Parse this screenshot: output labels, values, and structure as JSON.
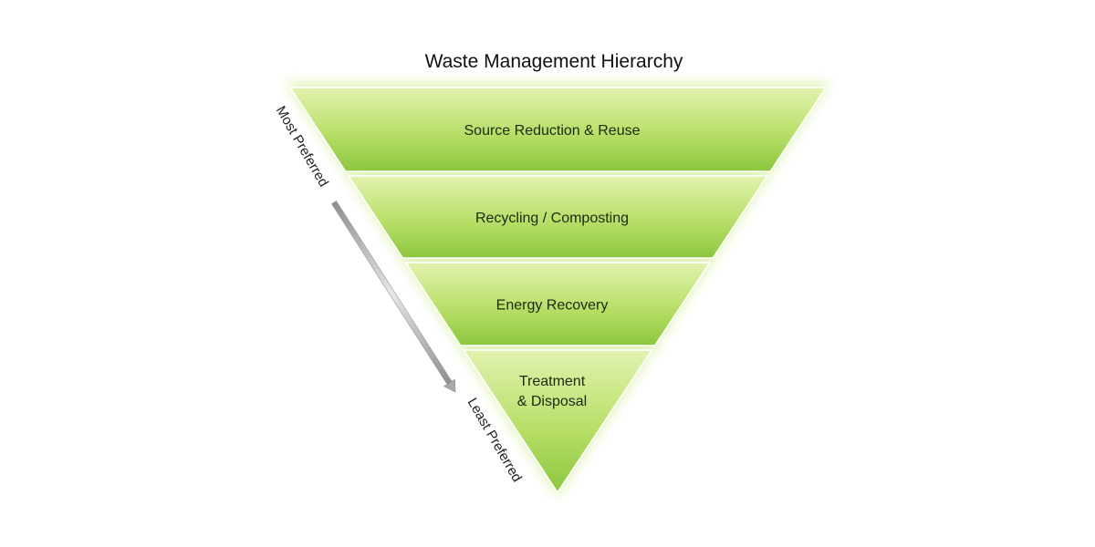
{
  "title": "Waste Management Hierarchy",
  "tiers": [
    {
      "lines": [
        "Source Reduction & Reuse"
      ]
    },
    {
      "lines": [
        "Recycling / Composting"
      ]
    },
    {
      "lines": [
        "Energy Recovery"
      ]
    },
    {
      "lines": [
        "Treatment",
        "& Disposal"
      ]
    }
  ],
  "preference_axis": {
    "top_label": "Most Preferred",
    "bottom_label": "Least Preferred"
  },
  "colors": {
    "tier_light": "#e2f2b0",
    "tier_mid": "#b8df68",
    "tier_dark": "#8cc63e",
    "glow": "#d9f0a6",
    "arrow": "#a9a9a9"
  }
}
